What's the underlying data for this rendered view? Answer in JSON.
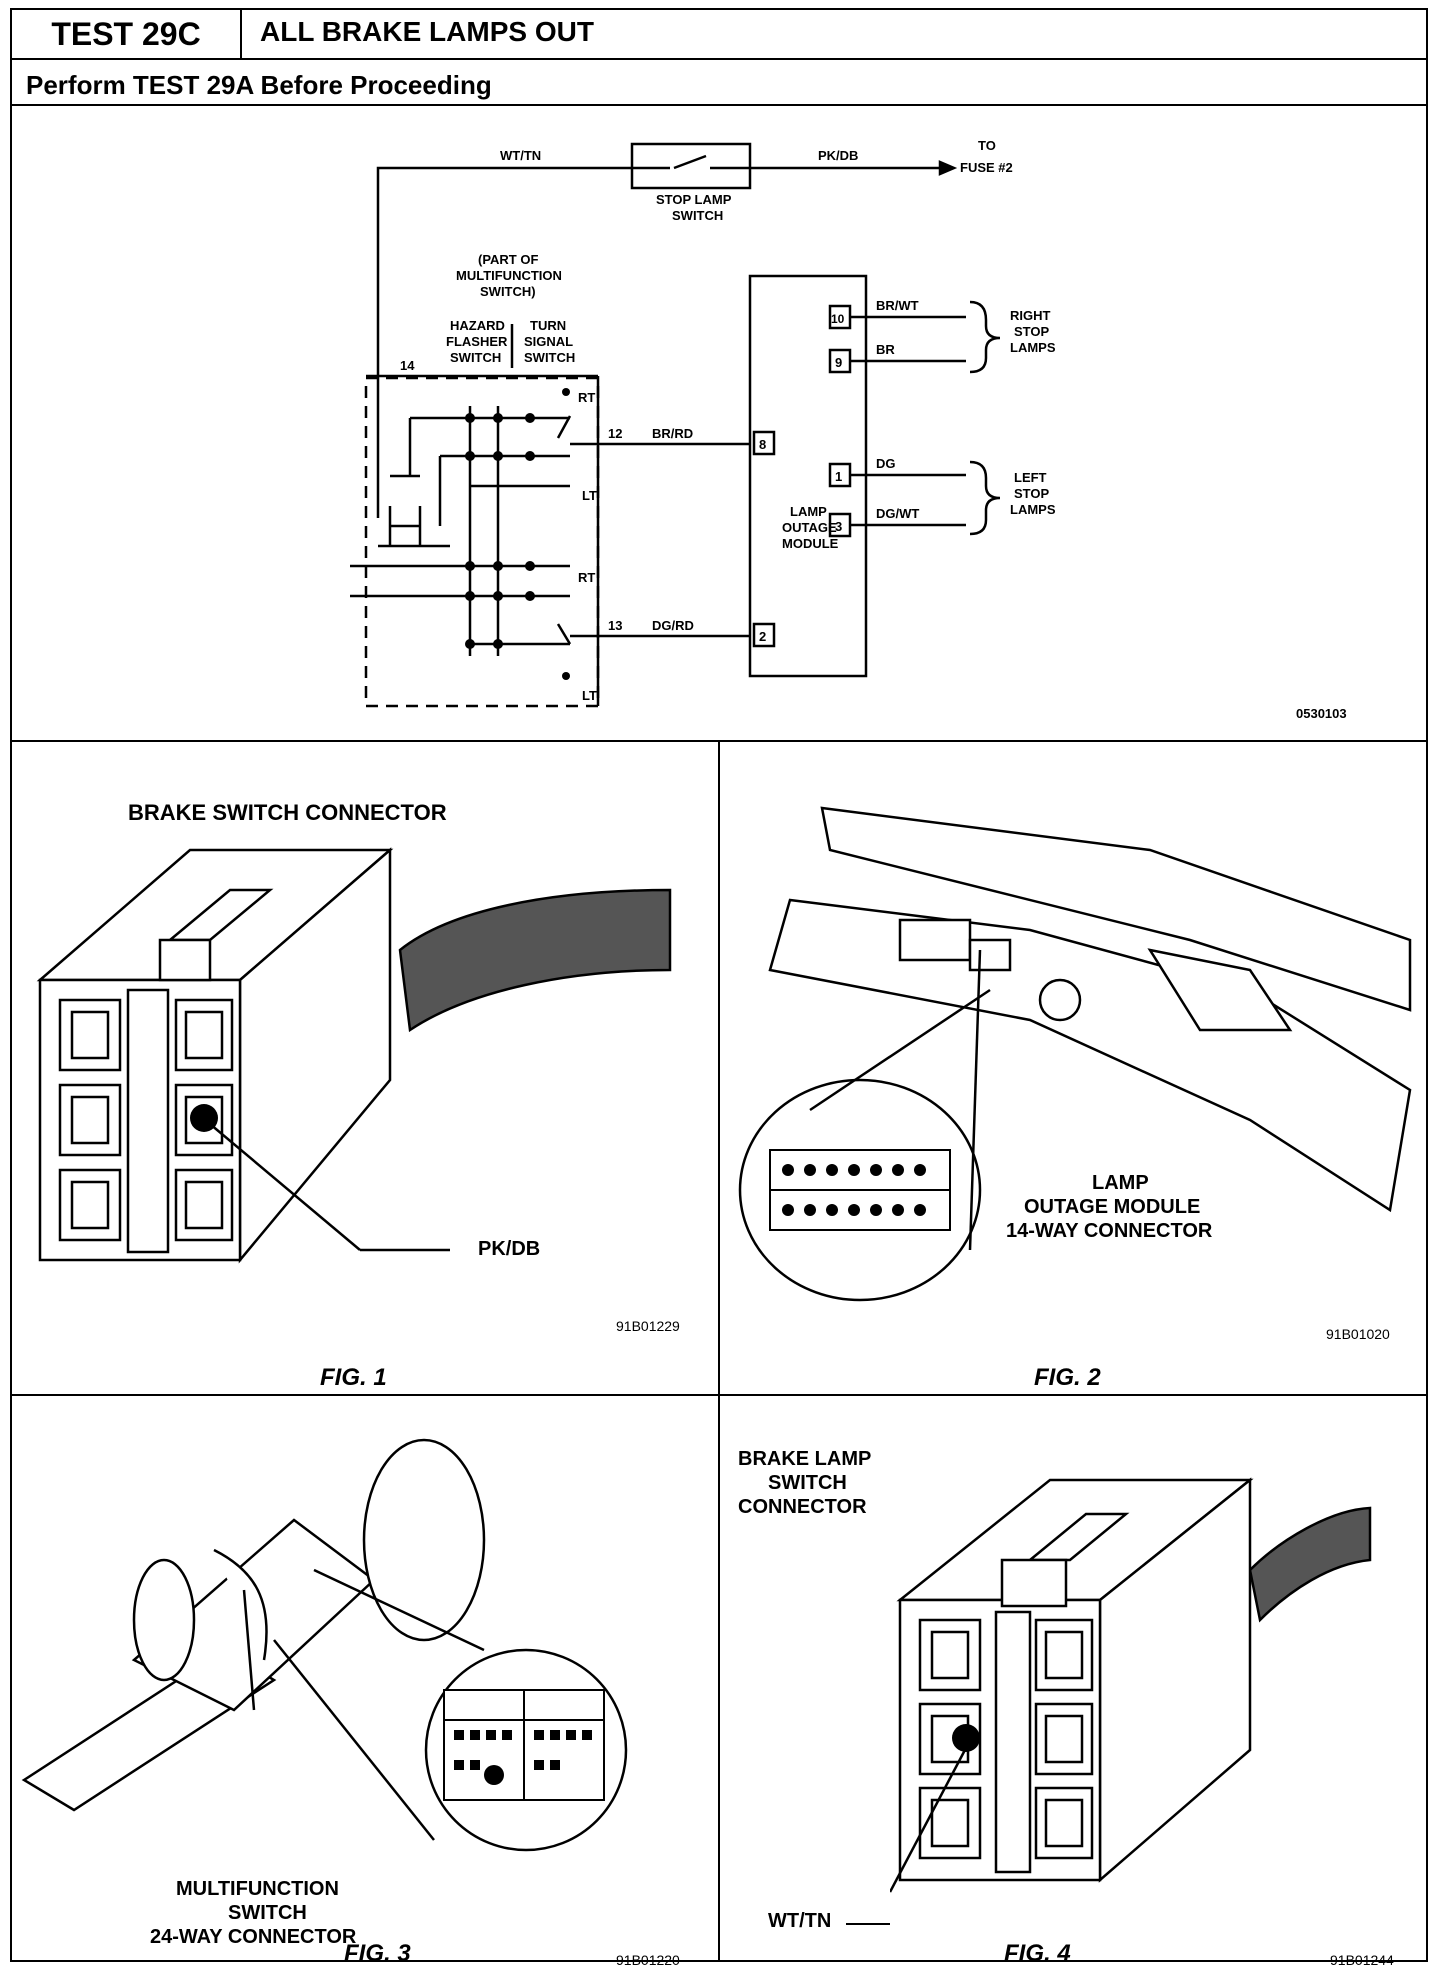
{
  "header": {
    "test_id": "TEST 29C",
    "title": "ALL BRAKE LAMPS OUT",
    "subtitle": "Perform TEST 29A Before Proceeding"
  },
  "schematic": {
    "wire_wt_tn": "WT/TN",
    "wire_pk_db": "PK/DB",
    "to_fuse": [
      "TO",
      "FUSE #2"
    ],
    "stop_lamp_switch": [
      "STOP LAMP",
      "SWITCH"
    ],
    "multifunction_part": [
      "(PART OF",
      "MULTIFUNCTION",
      "SWITCH)"
    ],
    "hazard_switch": [
      "HAZARD",
      "FLASHER",
      "SWITCH"
    ],
    "turn_switch": [
      "TURN",
      "SIGNAL",
      "SWITCH"
    ],
    "pin_14": "14",
    "pin_12": "12",
    "pin_13": "13",
    "rt": "RT",
    "lt": "LT",
    "wire_br_rd": "BR/RD",
    "wire_dg_rd": "DG/RD",
    "module_label": [
      "LAMP",
      "OUTAGE",
      "MODULE"
    ],
    "module_pins": [
      "8",
      "2",
      "10",
      "9",
      "1",
      "3"
    ],
    "wire_br_wt": "BR/WT",
    "wire_br": "BR",
    "wire_dg": "DG",
    "wire_dg_wt": "DG/WT",
    "right_lamps": [
      "RIGHT",
      "STOP",
      "LAMPS"
    ],
    "left_lamps": [
      "LEFT",
      "STOP",
      "LAMPS"
    ],
    "code": "0530103"
  },
  "figures": {
    "fig1": {
      "title": "FIG. 1",
      "label": "BRAKE SWITCH CONNECTOR",
      "callout": "PK/DB",
      "code": "91B01229"
    },
    "fig2": {
      "title": "FIG. 2",
      "label": [
        "LAMP",
        "OUTAGE MODULE",
        "14-WAY CONNECTOR"
      ],
      "code": "91B01020"
    },
    "fig3": {
      "title": "FIG. 3",
      "label": [
        "MULTIFUNCTION",
        "SWITCH",
        "24-WAY CONNECTOR"
      ],
      "code": "91B01220"
    },
    "fig4": {
      "title": "FIG. 4",
      "label": [
        "BRAKE LAMP",
        "SWITCH",
        "CONNECTOR"
      ],
      "callout": "WT/TN",
      "code": "91B01244"
    }
  }
}
